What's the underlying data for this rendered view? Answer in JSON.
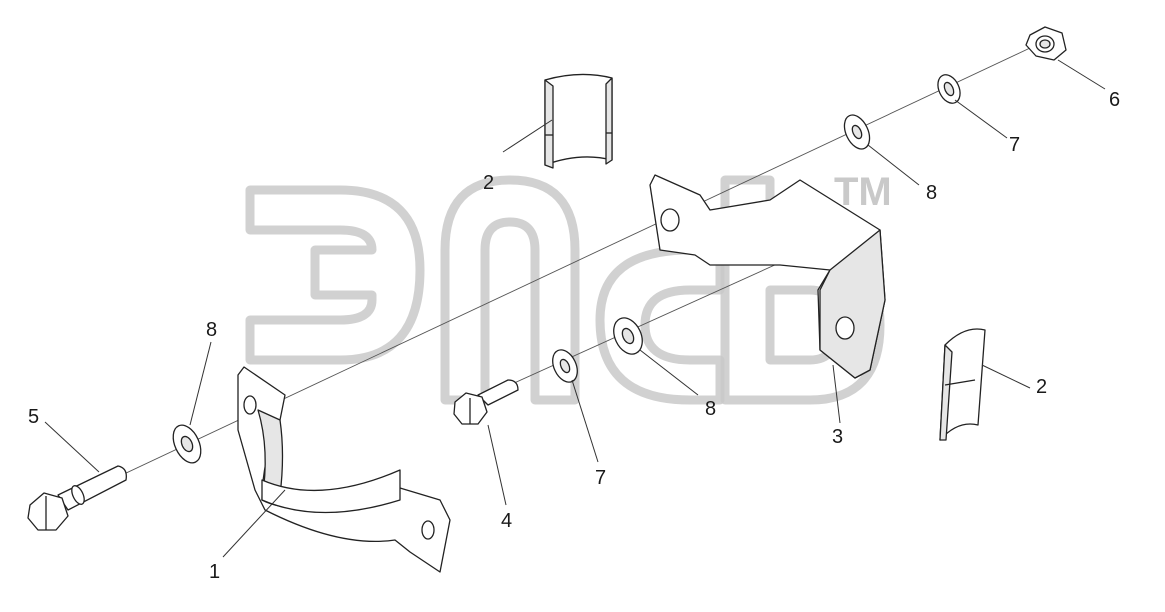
{
  "watermark": {
    "tm": "TM"
  },
  "callouts": [
    {
      "id": "c1",
      "text": "1"
    },
    {
      "id": "c2a",
      "text": "2"
    },
    {
      "id": "c2b",
      "text": "2"
    },
    {
      "id": "c3",
      "text": "3"
    },
    {
      "id": "c4",
      "text": "4"
    },
    {
      "id": "c5",
      "text": "5"
    },
    {
      "id": "c6",
      "text": "6"
    },
    {
      "id": "c7a",
      "text": "7"
    },
    {
      "id": "c7b",
      "text": "7"
    },
    {
      "id": "c8a",
      "text": "8"
    },
    {
      "id": "c8b",
      "text": "8"
    },
    {
      "id": "c8c",
      "text": "8"
    }
  ]
}
